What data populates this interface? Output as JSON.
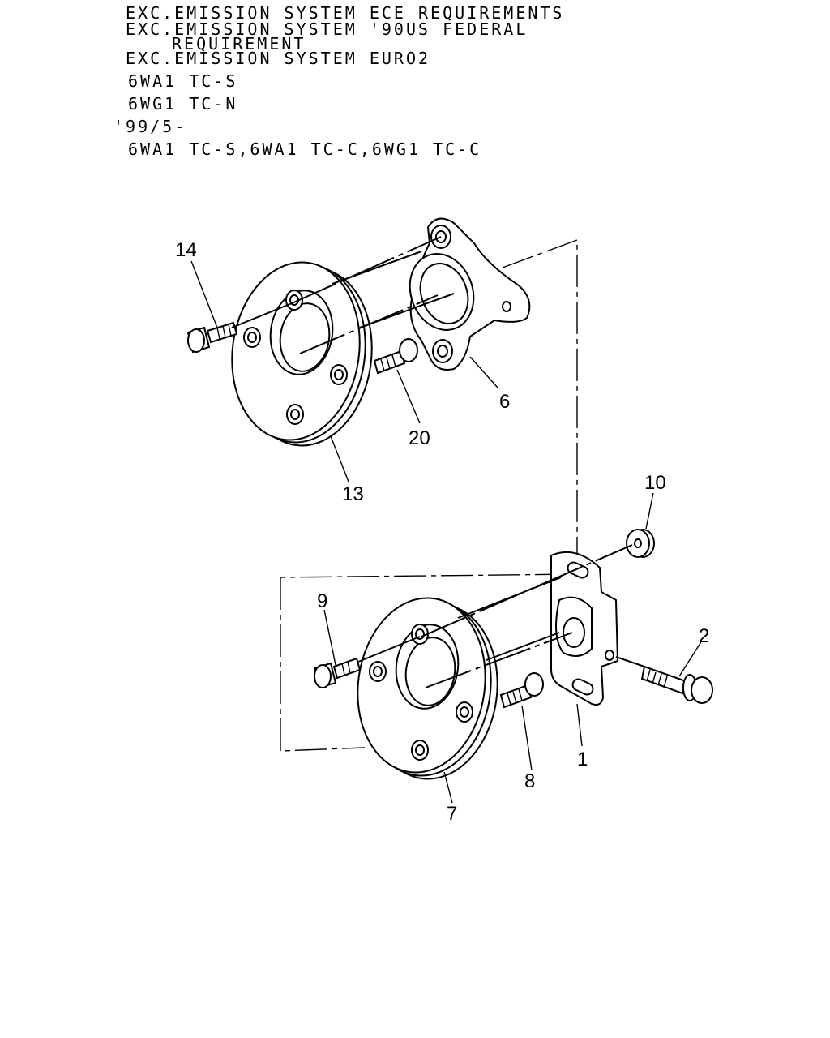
{
  "header": {
    "lines": [
      "EXC.EMISSION SYSTEM ECE REQUIREMENTS",
      "EXC.EMISSION SYSTEM '90US FEDERAL",
      "REQUIREMENT",
      "EXC.EMISSION SYSTEM EURO2",
      "6WA1 TC-S",
      "6WG1 TC-N",
      "'99/5-",
      "6WA1 TC-S,6WA1 TC-C,6WG1 TC-C"
    ]
  },
  "callouts": {
    "p14": "14",
    "p6": "6",
    "p20": "20",
    "p13": "13",
    "p10": "10",
    "p9": "9",
    "p2": "2",
    "p1": "1",
    "p8": "8",
    "p7": "7"
  }
}
